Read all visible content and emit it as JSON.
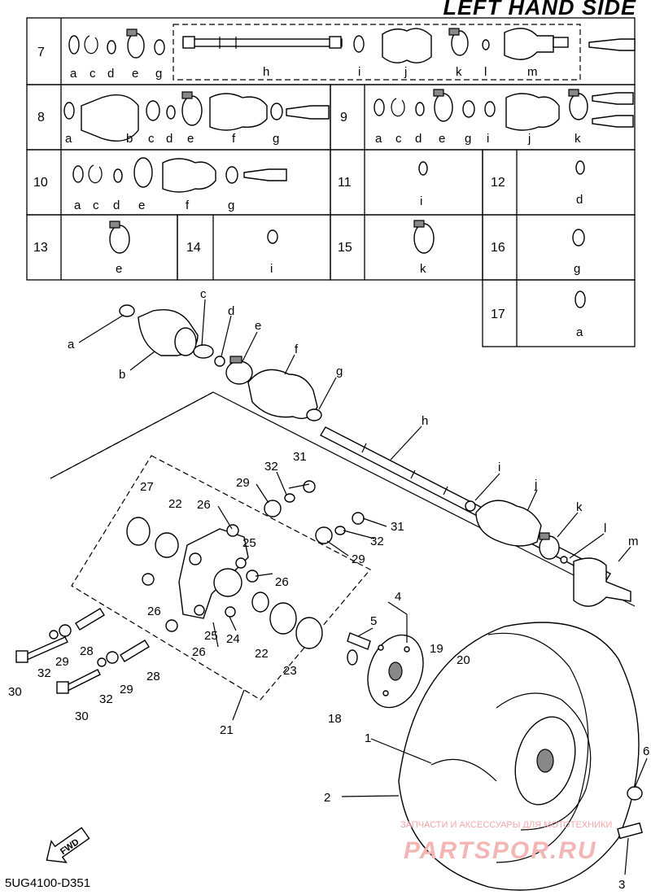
{
  "header": {
    "title": "LEFT HAND SIDE"
  },
  "footer": {
    "code": "5UG4100-D351",
    "fwd": "FWD"
  },
  "watermark": {
    "line1": "ЗАПЧАСТИ И АКСЕССУАРЫ ДЛЯ МОТОТЕХНИКИ",
    "line2": "PARTSPOR.RU"
  },
  "kits": [
    {
      "no": "7",
      "letters": [
        "a",
        "c",
        "d",
        "e",
        "g",
        "h",
        "i",
        "j",
        "k",
        "l",
        "m"
      ]
    },
    {
      "no": "8",
      "letters": [
        "a",
        "b",
        "c",
        "d",
        "e",
        "f",
        "g"
      ]
    },
    {
      "no": "9",
      "letters": [
        "a",
        "c",
        "d",
        "e",
        "g",
        "i",
        "j",
        "k"
      ]
    },
    {
      "no": "10",
      "letters": [
        "a",
        "c",
        "d",
        "e",
        "f",
        "g"
      ]
    },
    {
      "no": "11",
      "letters": [
        "i"
      ]
    },
    {
      "no": "12",
      "letters": [
        "d"
      ]
    },
    {
      "no": "13",
      "letters": [
        "e"
      ]
    },
    {
      "no": "14",
      "letters": [
        "i"
      ]
    },
    {
      "no": "15",
      "letters": [
        "k"
      ]
    },
    {
      "no": "16",
      "letters": [
        "g"
      ]
    },
    {
      "no": "17",
      "letters": [
        "a"
      ]
    }
  ],
  "callouts": {
    "letters": [
      "a",
      "b",
      "c",
      "d",
      "e",
      "f",
      "g",
      "h",
      "i",
      "j",
      "k",
      "l",
      "m"
    ],
    "numbers": [
      "1",
      "2",
      "3",
      "4",
      "5",
      "6",
      "18",
      "19",
      "20",
      "21",
      "22",
      "22",
      "23",
      "24",
      "25",
      "25",
      "26",
      "26",
      "26",
      "26",
      "27",
      "28",
      "28",
      "29",
      "29",
      "29",
      "29",
      "30",
      "30",
      "31",
      "31",
      "32",
      "32",
      "32",
      "32"
    ]
  },
  "icons": {
    "arrow": "fwd-arrow-icon"
  }
}
